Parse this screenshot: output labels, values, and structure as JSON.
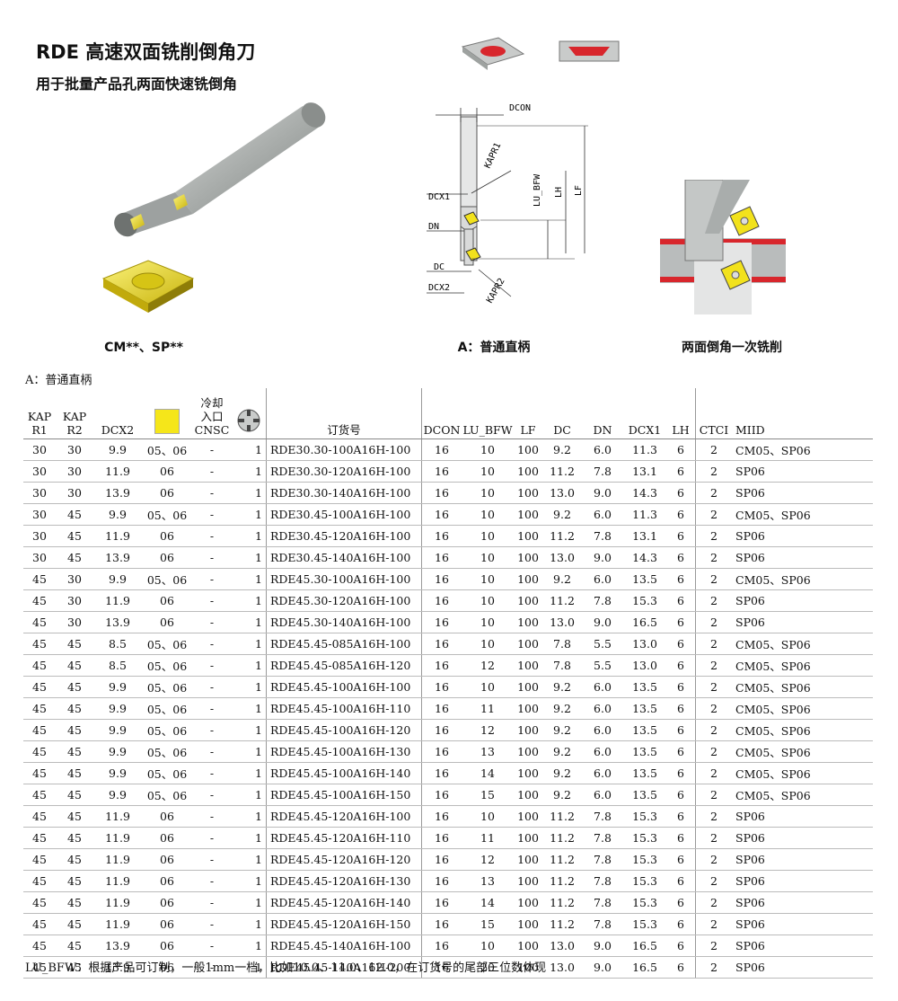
{
  "title": "RDE 高速双面铣削倒角刀",
  "subtitle": "用于批量产品孔两面快速铣倒角",
  "figures": {
    "insert_caption": "CM**、SP**",
    "shank_caption": "A：普通直柄",
    "chamfer_caption": "两面倒角一次铣削",
    "dim_labels": {
      "dcon": "DCON",
      "kapr1": "KAPR1",
      "dcx1": "DCX1",
      "dn": "DN",
      "dc": "DC",
      "dcx2": "DCX2",
      "kapr2": "KAPR2",
      "lu_bfw": "LU_BFW",
      "lh": "LH",
      "lf": "LF"
    }
  },
  "section_label": "A：普通直柄",
  "table": {
    "headers": {
      "kap_r1": [
        "KAP",
        "R1"
      ],
      "kap_r2": [
        "KAP",
        "R2"
      ],
      "dcx2": "DCX2",
      "coolant": [
        "冷却",
        "入口"
      ],
      "cnsc": "CNSC",
      "order_no": "订货号",
      "dcon": "DCON",
      "lu_bfw": "LU_BFW",
      "lf": "LF",
      "dc": "DC",
      "dn": "DN",
      "dcx1": "DCX1",
      "lh": "LH",
      "ctci": "CTCI",
      "miid": "MIID"
    },
    "rows": [
      [
        "30",
        "30",
        "9.9",
        "05、06",
        "-",
        "1",
        "RDE30.30-100A16H-100",
        "16",
        "10",
        "100",
        "9.2",
        "6.0",
        "11.3",
        "6",
        "2",
        "CM05、SP06"
      ],
      [
        "30",
        "30",
        "11.9",
        "06",
        "-",
        "1",
        "RDE30.30-120A16H-100",
        "16",
        "10",
        "100",
        "11.2",
        "7.8",
        "13.1",
        "6",
        "2",
        "SP06"
      ],
      [
        "30",
        "30",
        "13.9",
        "06",
        "-",
        "1",
        "RDE30.30-140A16H-100",
        "16",
        "10",
        "100",
        "13.0",
        "9.0",
        "14.3",
        "6",
        "2",
        "SP06"
      ],
      [
        "30",
        "45",
        "9.9",
        "05、06",
        "-",
        "1",
        "RDE30.45-100A16H-100",
        "16",
        "10",
        "100",
        "9.2",
        "6.0",
        "11.3",
        "6",
        "2",
        "CM05、SP06"
      ],
      [
        "30",
        "45",
        "11.9",
        "06",
        "-",
        "1",
        "RDE30.45-120A16H-100",
        "16",
        "10",
        "100",
        "11.2",
        "7.8",
        "13.1",
        "6",
        "2",
        "SP06"
      ],
      [
        "30",
        "45",
        "13.9",
        "06",
        "-",
        "1",
        "RDE30.45-140A16H-100",
        "16",
        "10",
        "100",
        "13.0",
        "9.0",
        "14.3",
        "6",
        "2",
        "SP06"
      ],
      [
        "45",
        "30",
        "9.9",
        "05、06",
        "-",
        "1",
        "RDE45.30-100A16H-100",
        "16",
        "10",
        "100",
        "9.2",
        "6.0",
        "13.5",
        "6",
        "2",
        "CM05、SP06"
      ],
      [
        "45",
        "30",
        "11.9",
        "06",
        "-",
        "1",
        "RDE45.30-120A16H-100",
        "16",
        "10",
        "100",
        "11.2",
        "7.8",
        "15.3",
        "6",
        "2",
        "SP06"
      ],
      [
        "45",
        "30",
        "13.9",
        "06",
        "-",
        "1",
        "RDE45.30-140A16H-100",
        "16",
        "10",
        "100",
        "13.0",
        "9.0",
        "16.5",
        "6",
        "2",
        "SP06"
      ],
      [
        "45",
        "45",
        "8.5",
        "05、06",
        "-",
        "1",
        "RDE45.45-085A16H-100",
        "16",
        "10",
        "100",
        "7.8",
        "5.5",
        "13.0",
        "6",
        "2",
        "CM05、SP06"
      ],
      [
        "45",
        "45",
        "8.5",
        "05、06",
        "-",
        "1",
        "RDE45.45-085A16H-120",
        "16",
        "12",
        "100",
        "7.8",
        "5.5",
        "13.0",
        "6",
        "2",
        "CM05、SP06"
      ],
      [
        "45",
        "45",
        "9.9",
        "05、06",
        "-",
        "1",
        "RDE45.45-100A16H-100",
        "16",
        "10",
        "100",
        "9.2",
        "6.0",
        "13.5",
        "6",
        "2",
        "CM05、SP06"
      ],
      [
        "45",
        "45",
        "9.9",
        "05、06",
        "-",
        "1",
        "RDE45.45-100A16H-110",
        "16",
        "11",
        "100",
        "9.2",
        "6.0",
        "13.5",
        "6",
        "2",
        "CM05、SP06"
      ],
      [
        "45",
        "45",
        "9.9",
        "05、06",
        "-",
        "1",
        "RDE45.45-100A16H-120",
        "16",
        "12",
        "100",
        "9.2",
        "6.0",
        "13.5",
        "6",
        "2",
        "CM05、SP06"
      ],
      [
        "45",
        "45",
        "9.9",
        "05、06",
        "-",
        "1",
        "RDE45.45-100A16H-130",
        "16",
        "13",
        "100",
        "9.2",
        "6.0",
        "13.5",
        "6",
        "2",
        "CM05、SP06"
      ],
      [
        "45",
        "45",
        "9.9",
        "05、06",
        "-",
        "1",
        "RDE45.45-100A16H-140",
        "16",
        "14",
        "100",
        "9.2",
        "6.0",
        "13.5",
        "6",
        "2",
        "CM05、SP06"
      ],
      [
        "45",
        "45",
        "9.9",
        "05、06",
        "-",
        "1",
        "RDE45.45-100A16H-150",
        "16",
        "15",
        "100",
        "9.2",
        "6.0",
        "13.5",
        "6",
        "2",
        "CM05、SP06"
      ],
      [
        "45",
        "45",
        "11.9",
        "06",
        "-",
        "1",
        "RDE45.45-120A16H-100",
        "16",
        "10",
        "100",
        "11.2",
        "7.8",
        "15.3",
        "6",
        "2",
        "SP06"
      ],
      [
        "45",
        "45",
        "11.9",
        "06",
        "-",
        "1",
        "RDE45.45-120A16H-110",
        "16",
        "11",
        "100",
        "11.2",
        "7.8",
        "15.3",
        "6",
        "2",
        "SP06"
      ],
      [
        "45",
        "45",
        "11.9",
        "06",
        "-",
        "1",
        "RDE45.45-120A16H-120",
        "16",
        "12",
        "100",
        "11.2",
        "7.8",
        "15.3",
        "6",
        "2",
        "SP06"
      ],
      [
        "45",
        "45",
        "11.9",
        "06",
        "-",
        "1",
        "RDE45.45-120A16H-130",
        "16",
        "13",
        "100",
        "11.2",
        "7.8",
        "15.3",
        "6",
        "2",
        "SP06"
      ],
      [
        "45",
        "45",
        "11.9",
        "06",
        "-",
        "1",
        "RDE45.45-120A16H-140",
        "16",
        "14",
        "100",
        "11.2",
        "7.8",
        "15.3",
        "6",
        "2",
        "SP06"
      ],
      [
        "45",
        "45",
        "11.9",
        "06",
        "-",
        "1",
        "RDE45.45-120A16H-150",
        "16",
        "15",
        "100",
        "11.2",
        "7.8",
        "15.3",
        "6",
        "2",
        "SP06"
      ],
      [
        "45",
        "45",
        "13.9",
        "06",
        "-",
        "1",
        "RDE45.45-140A16H-100",
        "16",
        "10",
        "100",
        "13.0",
        "9.0",
        "16.5",
        "6",
        "2",
        "SP06"
      ],
      [
        "45",
        "45",
        "13.9",
        "06",
        "-",
        "1",
        "RDE45.45-140A16H-200",
        "16",
        "20",
        "100",
        "13.0",
        "9.0",
        "16.5",
        "6",
        "2",
        "SP06"
      ]
    ]
  },
  "footnote": "LU_BFW：根据产品可订制，一般1mm一档，比如10.0、11.0、12.0，在订货号的尾部三位数体现",
  "colors": {
    "insert_yellow": "#f2e21c",
    "chamfer_red": "#d8262c",
    "steel_gray": "#b9bcbc"
  }
}
